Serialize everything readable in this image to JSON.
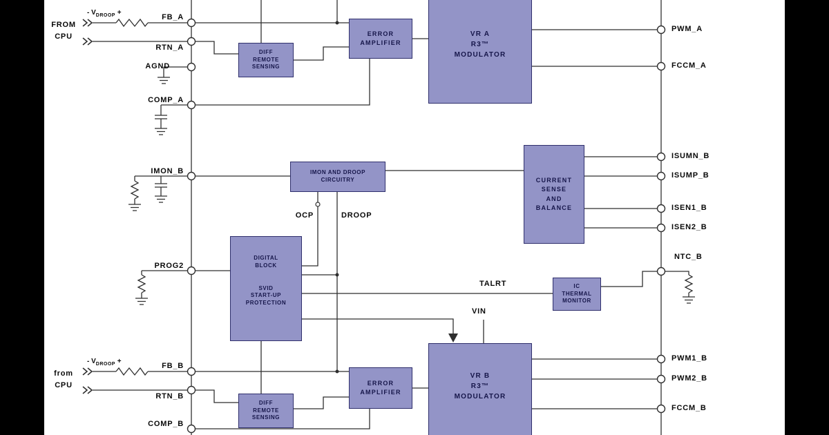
{
  "figure": {
    "type": "block-diagram",
    "colors": {
      "block_fill": "#9394c7",
      "block_border": "#2e2e6b",
      "block_text": "#16164a",
      "wire": "#2f2f2f",
      "background": "#ffffff",
      "edge_bar": "#000000"
    },
    "blocks": {
      "diff_a": "DIFF\nREMOTE\nSENSING",
      "error_a": "ERROR\nAMPLIFIER",
      "vr_a": "VR A\nR3™\nMODULATOR",
      "imon_droop": "IMON AND DROOP\nCIRCUITRY",
      "current_sense": "CURRENT\nSENSE\nAND\nBALANCE",
      "digital_1": "DIGITAL\nBLOCK",
      "digital_2": "SVID\nSTART-UP\nPROTECTION",
      "thermal": "IC\nTHERMAL\nMONITOR",
      "vr_b": "VR B\nR3™\nMODULATOR",
      "error_b": "ERROR\nAMPLIFIER",
      "diff_b": "DIFF\nREMOTE\nSENSING"
    },
    "pins": {
      "left": [
        "FB_A",
        "RTN_A",
        "AGND",
        "COMP_A",
        "IMON_B",
        "PROG2",
        "FB_B",
        "RTN_B",
        "COMP_B"
      ],
      "right": [
        "PWM_A",
        "FCCM_A",
        "ISUMN_B",
        "ISUMP_B",
        "ISEN1_B",
        "ISEN2_B",
        "NTC_B",
        "PWM1_B",
        "PWM2_B",
        "FCCM_B"
      ]
    },
    "labels": {
      "ocp": "OCP",
      "droop": "DROOP",
      "talrt": "TALRT",
      "vin": "VIN",
      "from_cpu_top": "FROM\nCPU",
      "from_cpu_bottom": "from\nCPU",
      "vdroop_pre": "- V",
      "vdroop_sub": "DROOP",
      "vdroop_post": " +"
    }
  }
}
